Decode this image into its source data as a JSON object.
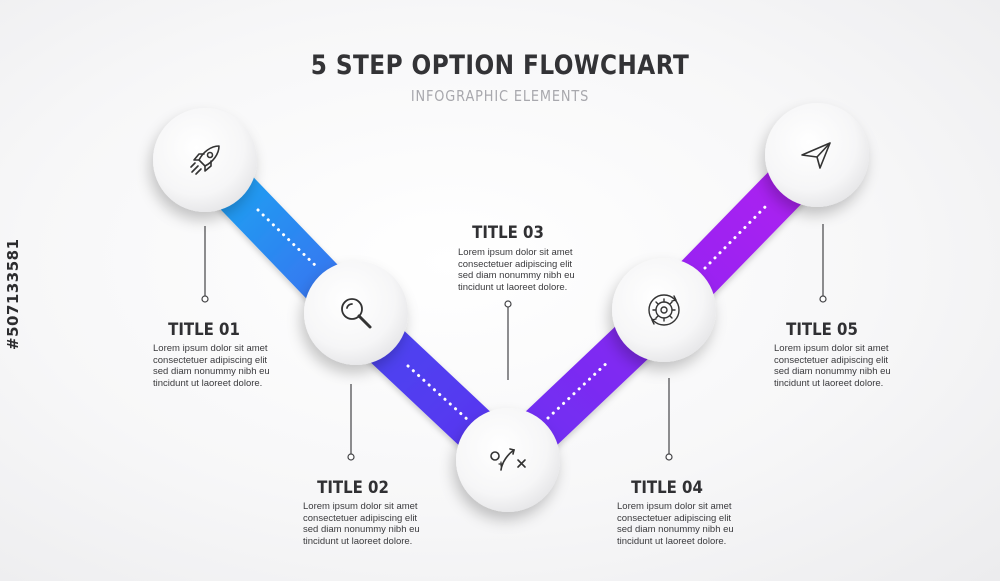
{
  "header": {
    "title": "5 STEP OPTION FLOWCHART",
    "subtitle": "INFOGRAPHIC ELEMENTS"
  },
  "steps": [
    {
      "title": "TITLE 01",
      "icon": "rocket-icon",
      "text": "Lorem ipsum dolor sit amet\nconsectetuer adipiscing elit\nsed diam nonummy nibh eu\ntincidunt ut laoreet dolore."
    },
    {
      "title": "TITLE 02",
      "icon": "search-icon",
      "text": "Lorem ipsum dolor sit amet\nconsectetuer adipiscing elit\nsed diam nonummy nibh eu\ntincidunt ut laoreet dolore."
    },
    {
      "title": "TITLE 03",
      "icon": "strategy-icon",
      "text": "Lorem ipsum dolor sit amet\nconsectetuer adipiscing elit\nsed diam nonummy nibh eu\ntincidunt ut laoreet dolore."
    },
    {
      "title": "TITLE 04",
      "icon": "gear-cycle-icon",
      "text": "Lorem ipsum dolor sit amet\nconsectetuer adipiscing elit\nsed diam nonummy nibh eu\ntincidunt ut laoreet dolore."
    },
    {
      "title": "TITLE 05",
      "icon": "paper-plane-icon",
      "text": "Lorem ipsum dolor sit amet\nconsectetuer adipiscing elit\nsed diam nonummy nibh eu\ntincidunt ut laoreet dolore."
    }
  ],
  "colors": {
    "cyan": "#1fa3f0",
    "blue": "#4b3df0",
    "violet": "#7a2cf2",
    "magenta": "#a21ff0",
    "text_dark": "#303033",
    "text_muted": "#a8a8ad"
  },
  "watermark": "#507133581"
}
